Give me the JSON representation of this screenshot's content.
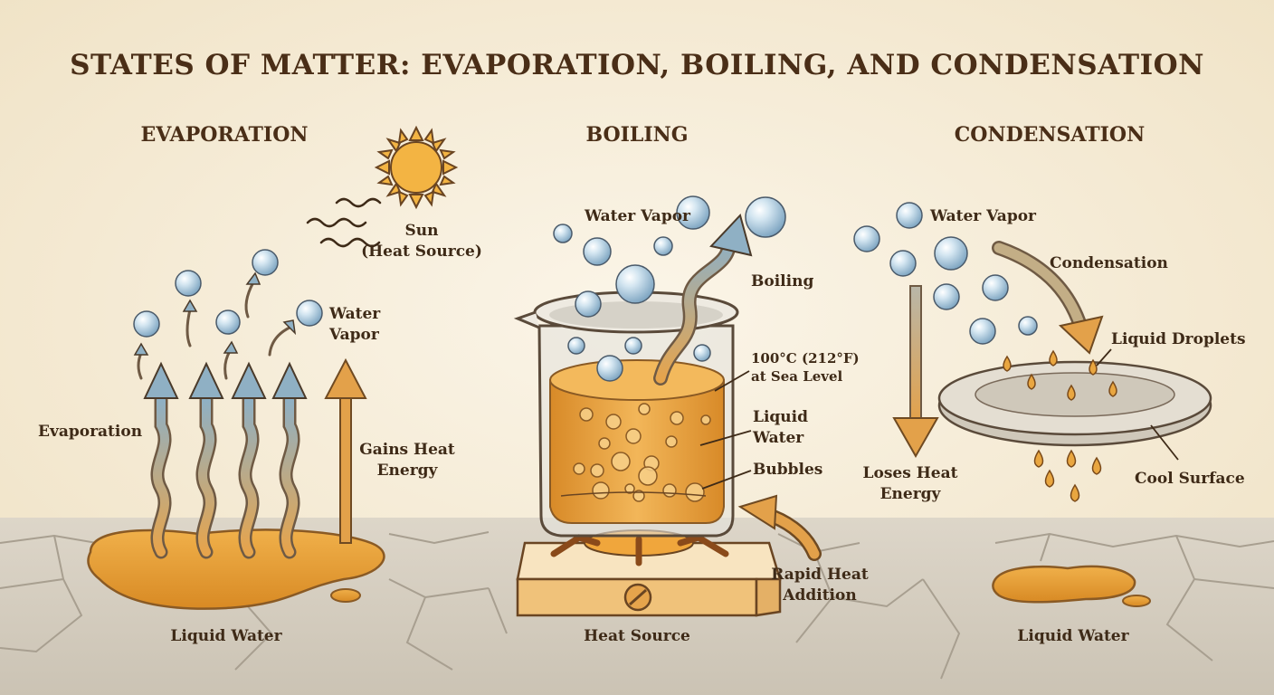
{
  "title": "STATES OF MATTER: EVAPORATION, BOILING, AND CONDENSATION",
  "evaporation": {
    "heading": "EVAPORATION",
    "sun_label": "Sun\n(Heat Source)",
    "water_vapor_label": "Water\nVapor",
    "evaporation_label": "Evaporation",
    "gains_heat_label": "Gains Heat\nEnergy",
    "liquid_water_label": "Liquid Water"
  },
  "boiling": {
    "heading": "BOILING",
    "water_vapor_label": "Water Vapor",
    "boiling_label": "Boiling",
    "temperature_label": "100°C (212°F)\nat Sea Level",
    "liquid_water_label": "Liquid\nWater",
    "bubbles_label": "Bubbles",
    "rapid_heat_label": "Rapid Heat\nAddition",
    "heat_source_label": "Heat Source"
  },
  "condensation": {
    "heading": "CONDENSATION",
    "water_vapor_label": "Water Vapor",
    "condensation_label": "Condensation",
    "liquid_droplets_label": "Liquid Droplets",
    "loses_heat_label": "Loses Heat\nEnergy",
    "cool_surface_label": "Cool Surface",
    "liquid_water_label": "Liquid Water"
  },
  "colors": {
    "background": "#f6edd9",
    "water": "#e9a640",
    "vapor": "#a9c8dc",
    "heat_arrow": "#e3a14a",
    "outline": "#4a2e17"
  }
}
